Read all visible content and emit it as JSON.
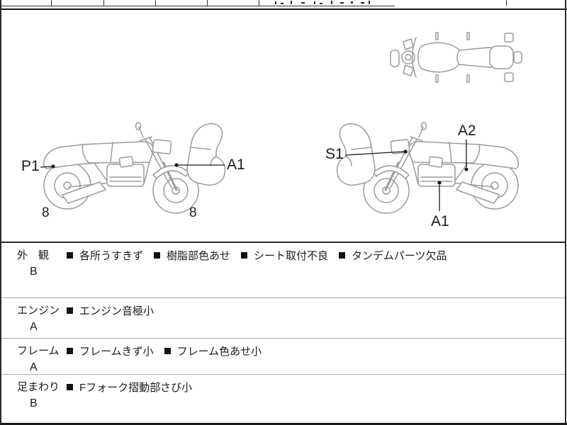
{
  "colors": {
    "line_art": "#9b9b9b",
    "ink": "#1a1a1a",
    "row_divider": "#adadad",
    "background": "#ffffff"
  },
  "annotations": {
    "left_bike": {
      "p1_label": "P1",
      "a1_label": "A1",
      "rear_wheel_count": "8",
      "front_wheel_count": "8"
    },
    "right_bike": {
      "s1_label": "S1",
      "a2_label": "A2",
      "a1_label": "A1"
    }
  },
  "condition_table": {
    "bullet": "■",
    "rows": [
      {
        "category": "外　観",
        "grade": "B",
        "items": [
          "各所うすきず",
          "樹脂部色あせ",
          "シート取付不良",
          "タンデムパーツ欠品"
        ]
      },
      {
        "category": "エンジン",
        "grade": "A",
        "items": [
          "エンジン音極小"
        ]
      },
      {
        "category": "フレーム",
        "grade": "A",
        "items": [
          "フレームきず小",
          "フレーム色あせ小"
        ]
      },
      {
        "category": "足まわり",
        "grade": "B",
        "items": [
          "Fフォーク摺動部さび小"
        ]
      }
    ]
  }
}
